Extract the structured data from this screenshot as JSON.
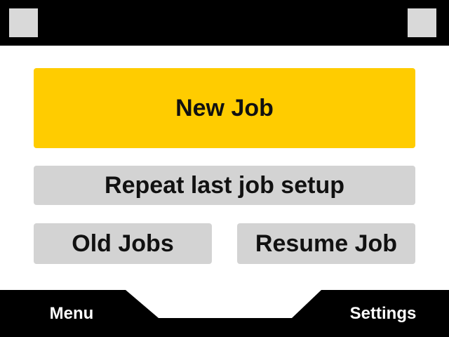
{
  "status_bar": {
    "left_indicator_icon": "status-indicator-square",
    "right_indicator_icon": "status-indicator-square"
  },
  "main": {
    "new_job_label": "New Job",
    "repeat_label": "Repeat last job setup",
    "old_jobs_label": "Old Jobs",
    "resume_job_label": "Resume Job"
  },
  "softkeys": {
    "menu_label": "Menu",
    "settings_label": "Settings"
  },
  "colors": {
    "primary_button": "#FFCC00",
    "secondary_button": "#D3D3D3",
    "bar_background": "#000000",
    "indicator": "#D9D9D9"
  }
}
